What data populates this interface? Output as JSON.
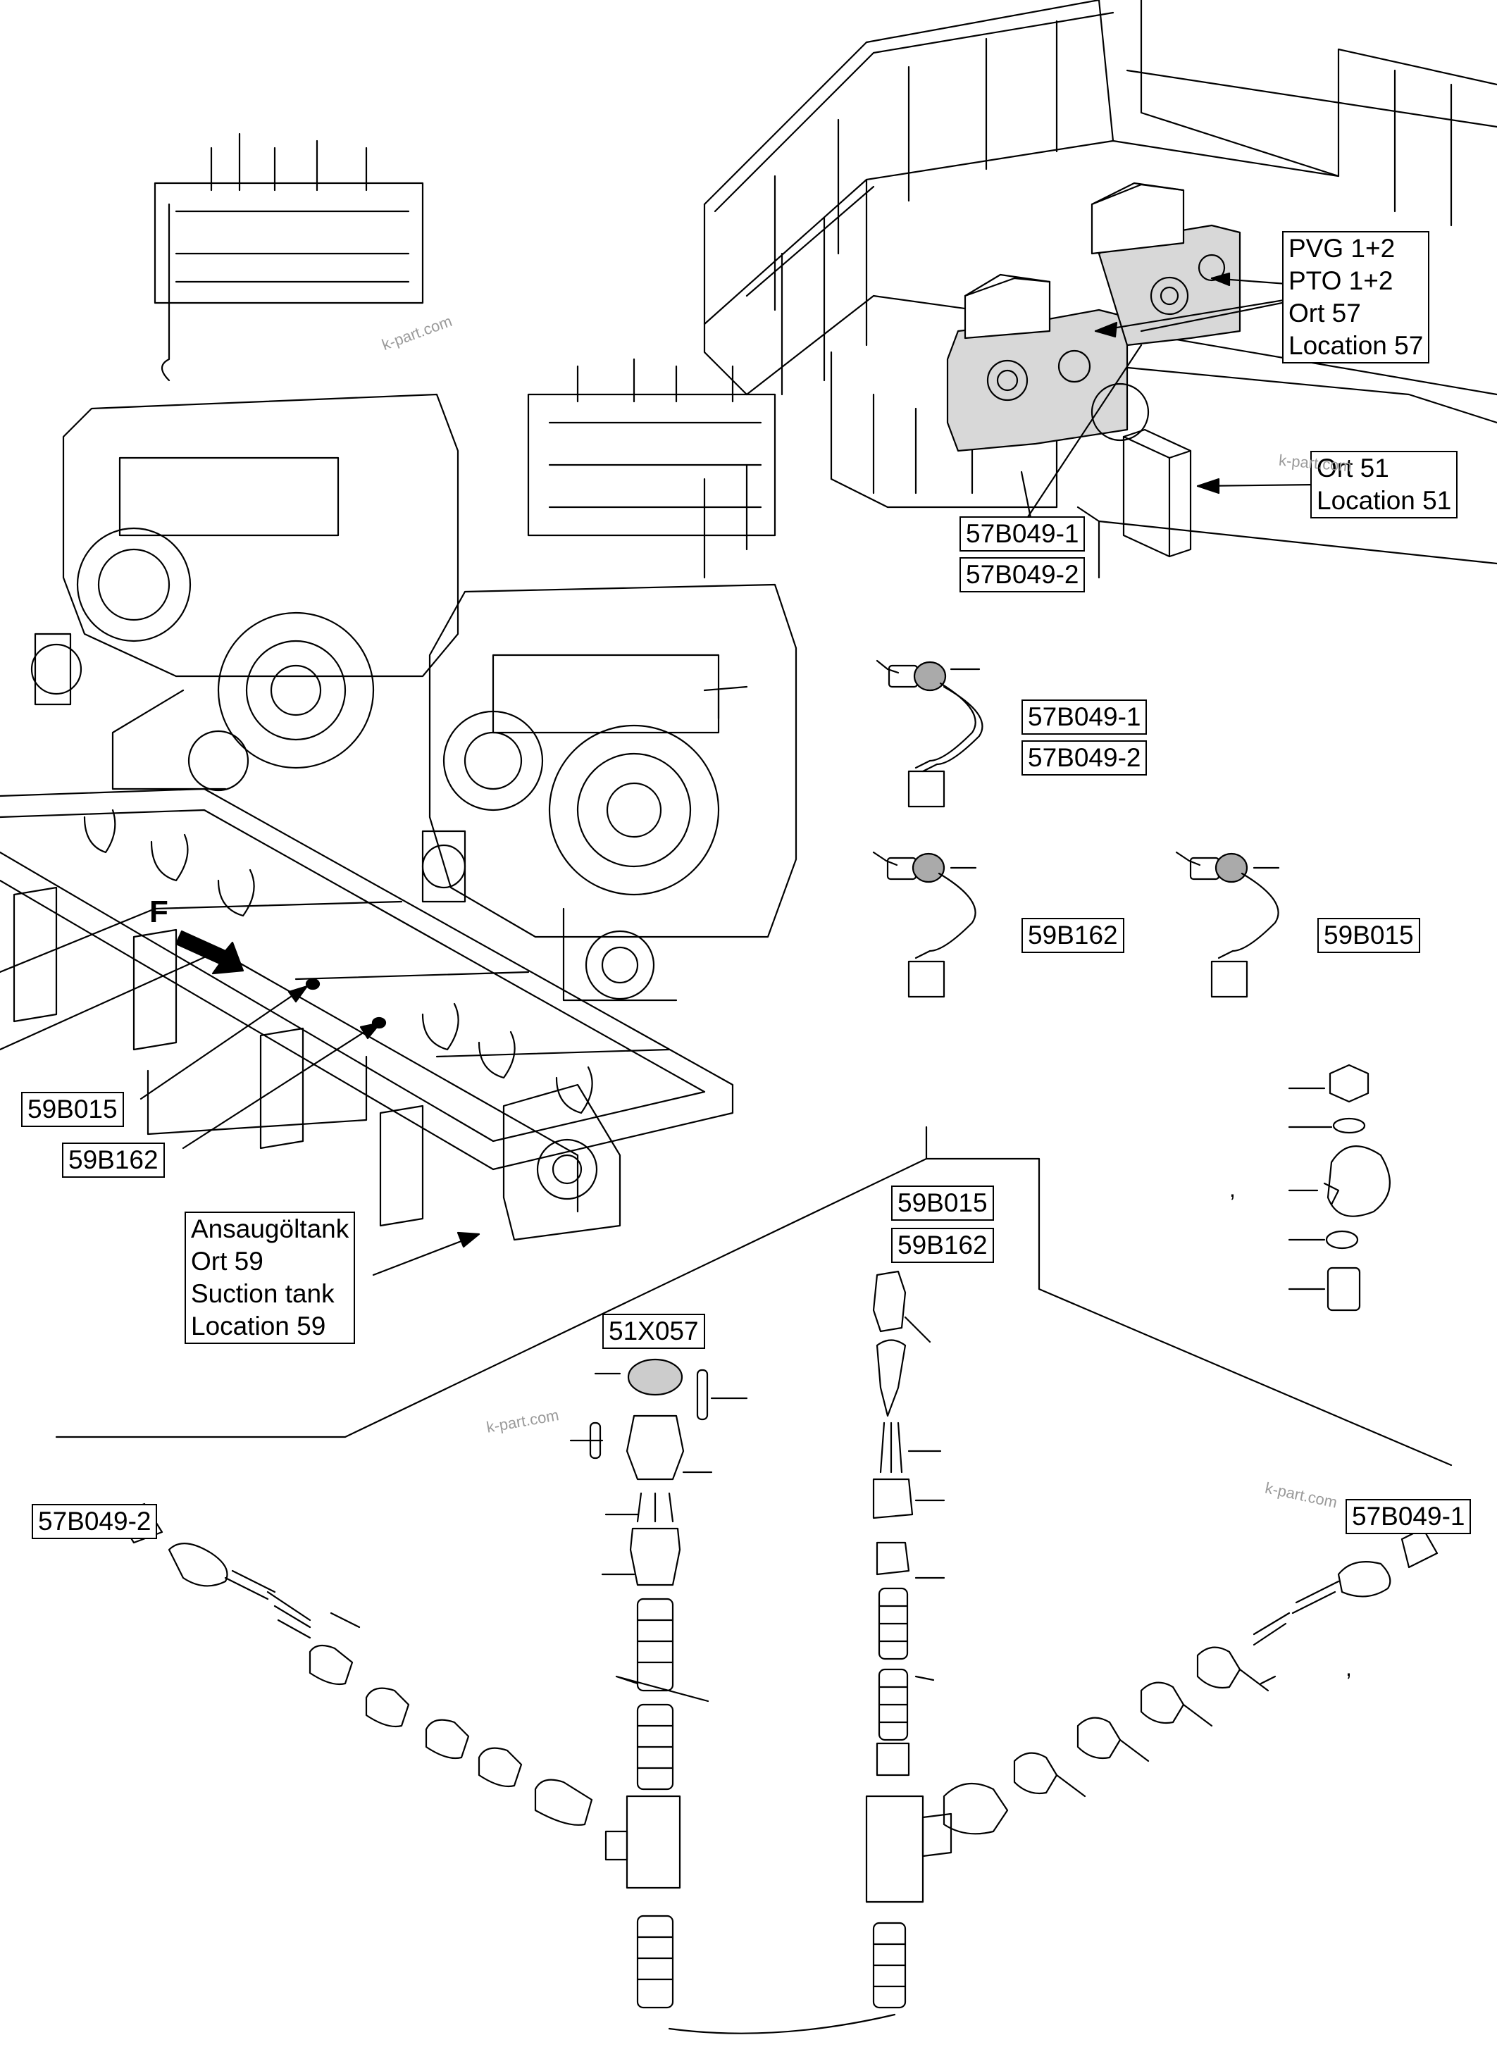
{
  "labels": {
    "pvg_block": [
      "PVG 1+2",
      "PTO 1+2",
      "Ort 57",
      "Location 57"
    ],
    "ort51_block": [
      "Ort 51",
      "Location 51"
    ],
    "top_57b049_1": "57B049-1",
    "top_57b049_2": "57B049-2",
    "sensor_57b049_1": "57B049-1",
    "sensor_57b049_2": "57B049-2",
    "sensor_59b162": "59B162",
    "sensor_59b015": "59B015",
    "tank_59b015": "59B015",
    "tank_59b162": "59B162",
    "suction_block": [
      "Ansaugöltank",
      "Ort 59",
      "Suction tank",
      "Location 59"
    ],
    "center_59b015": "59B015",
    "center_59b162": "59B162",
    "connector_51x057": "51X057",
    "left_57b049_2": "57B049-2",
    "right_57b049_1": "57B049-1"
  },
  "direction_letter": "F",
  "comma_mark": ",",
  "watermark": "k-part.com"
}
